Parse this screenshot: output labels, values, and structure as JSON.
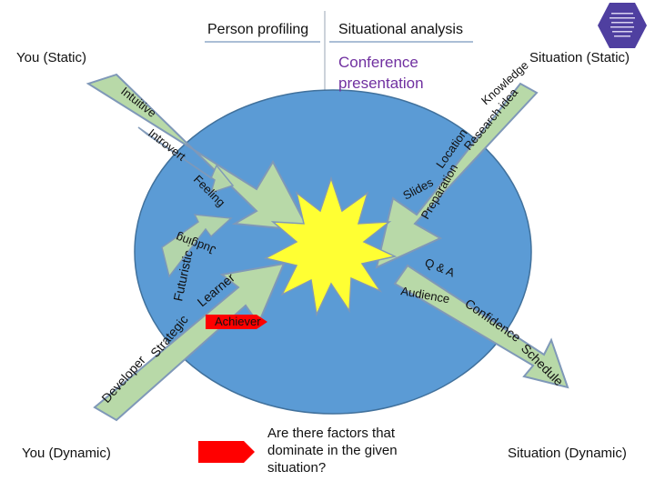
{
  "header": {
    "tab_left": "Person profiling",
    "tab_right": "Situational analysis"
  },
  "corners": {
    "top_left": "You (Static)",
    "top_right": "Situation (Static)",
    "bottom_left": "You (Dynamic)",
    "bottom_right": "Situation (Dynamic)"
  },
  "subtitle": {
    "line1": "Conference",
    "line2": "presentation"
  },
  "arrows": {
    "top_left": [
      "Intuitive",
      "Introvert",
      "Feeling",
      "Judging"
    ],
    "top_right": [
      "Knowledge",
      "Research idea",
      "Location",
      "Preparation",
      "Slides"
    ],
    "bottom_left": [
      "Futuristic",
      "Learner",
      "Strategic",
      "Developer",
      "Achiever"
    ],
    "bottom_right": [
      "Q & A",
      "Audience",
      "Confidence",
      "Schedule"
    ]
  },
  "legend": {
    "question": "Are there factors that dominate in the given situation?"
  },
  "colors": {
    "ellipse": "#5b9bd5",
    "arrow_fill": "#b8d9a8",
    "arrow_stroke": "#7f98b8",
    "starburst": "#ffff33",
    "legend_arrow": "#ff0000",
    "subtitle": "#7030a0",
    "logo": "#4f3fa0"
  }
}
